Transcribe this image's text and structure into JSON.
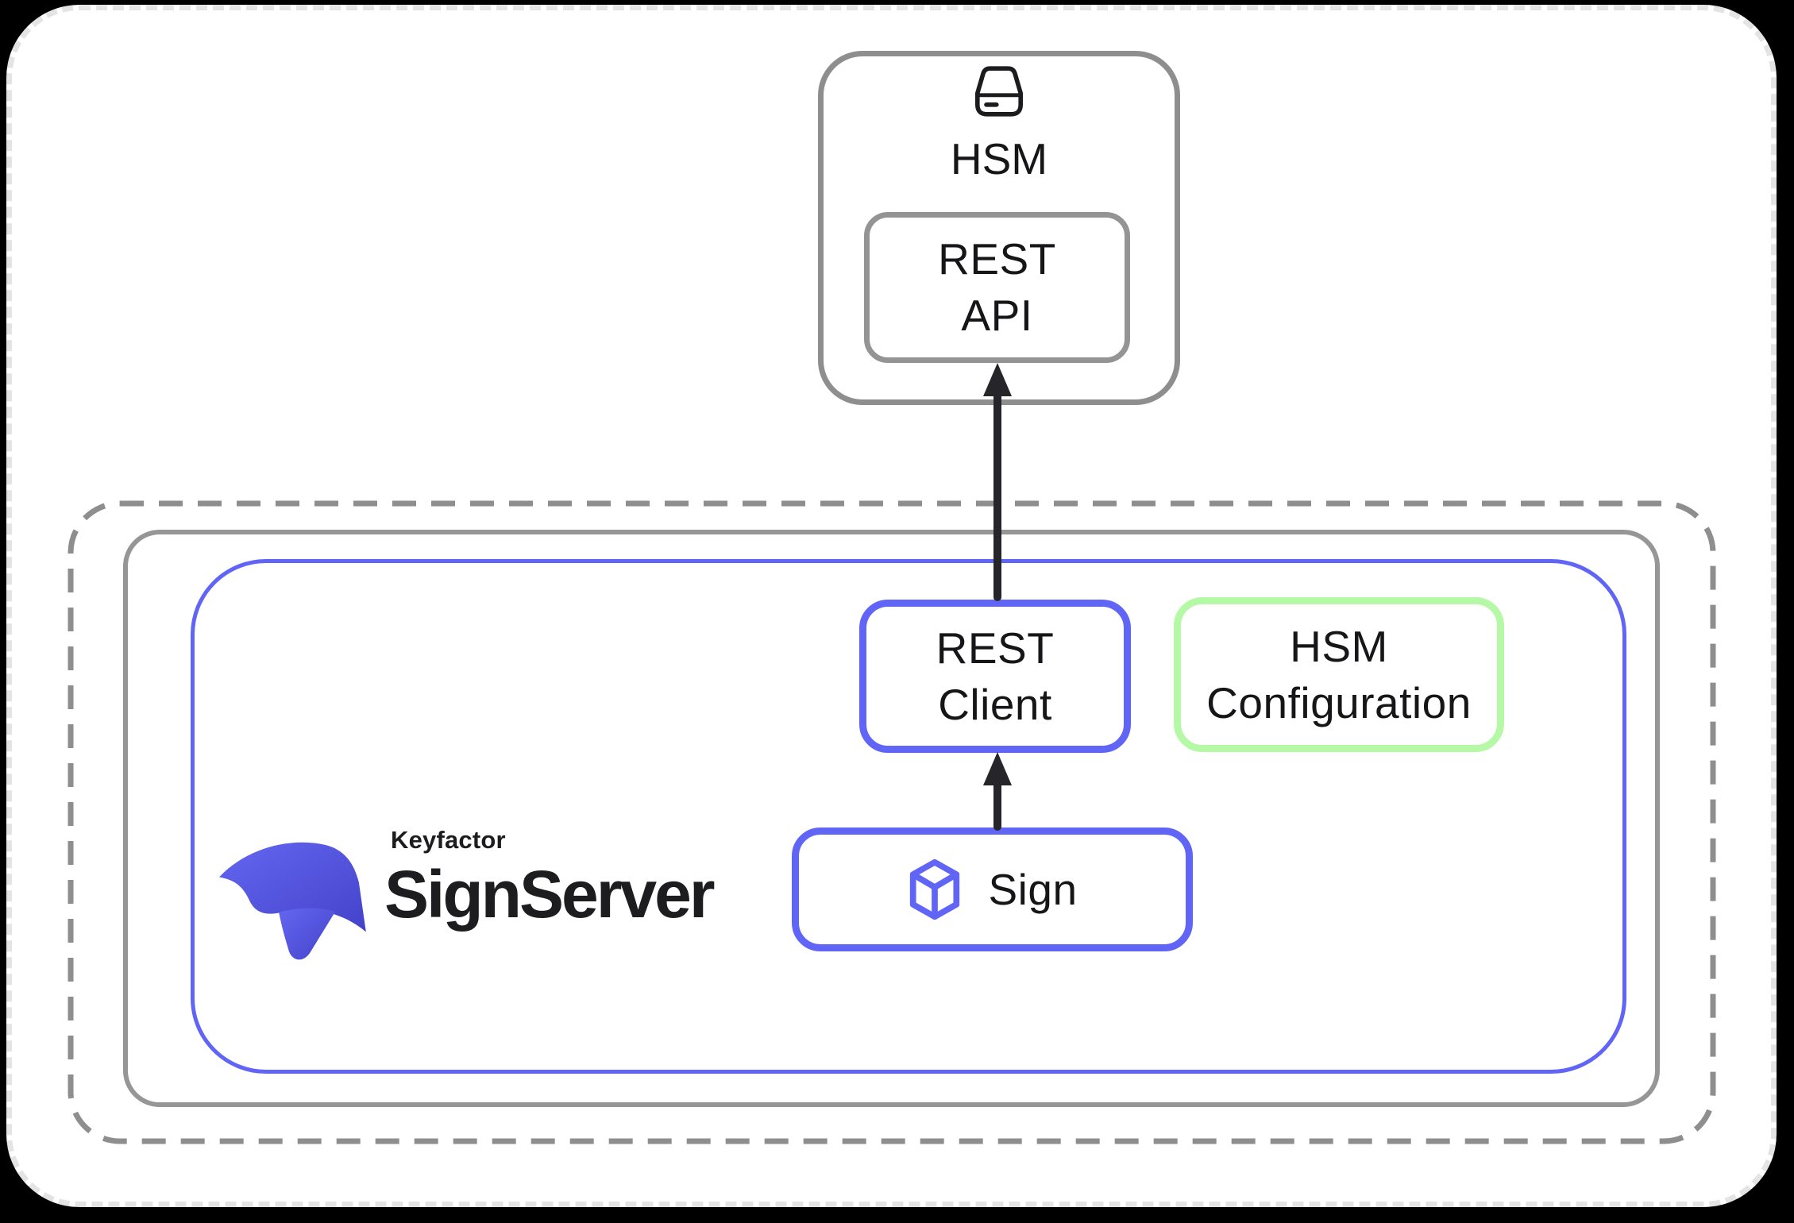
{
  "colors": {
    "background": "#000000",
    "page": "#ffffff",
    "page_dotted_border": "#e4e4e4",
    "accent_blue": "#6165f6",
    "accent_green": "#b5f9a6",
    "boundary_gray": "#8e8e8e",
    "arrow_black": "#26262a",
    "text_dark": "#161618",
    "logo_violet_light": "#6467f0",
    "logo_violet_dark": "#4442cb"
  },
  "hsm_node": {
    "title": "HSM",
    "icon": "hard-drive-icon",
    "rest_api": {
      "line1": "REST",
      "line2": "API"
    }
  },
  "signserver": {
    "logo": {
      "brand": "Keyfactor",
      "product": "SignServer",
      "icon": "keyfactor-logo-icon"
    },
    "rest_client": {
      "line1": "REST",
      "line2": "Client"
    },
    "hsm_configuration": {
      "line1": "HSM",
      "line2": "Configuration"
    },
    "sign_worker": {
      "label": "Sign",
      "icon": "cube-icon"
    }
  }
}
